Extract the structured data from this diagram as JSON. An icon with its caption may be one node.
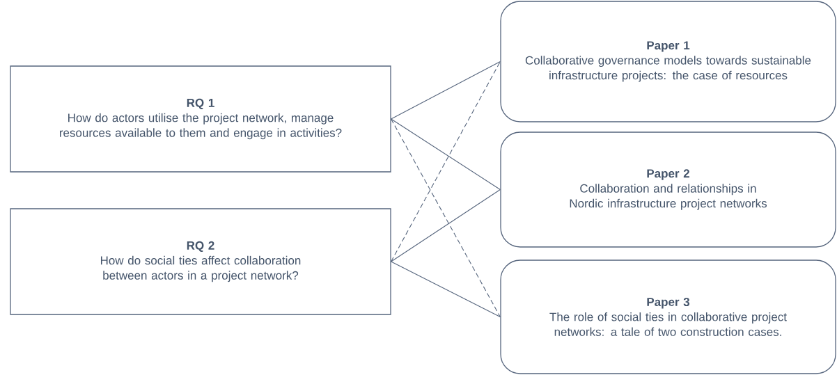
{
  "diagram": {
    "nodes": [
      {
        "text": [
          "RQ 1",
          "How do actors utilise the project network, manage resources available to them and engage in activities?"
        ]
      },
      {
        "text": [
          "RQ 2",
          "How do social ties affect collaboration between actors in a project network?"
        ]
      },
      {
        "text": [
          "Paper 1",
          "Collaborative governance models towards sustainable infrastructure projects: the case of resources"
        ]
      },
      {
        "text": [
          "Paper 2",
          "Collaboration and relationships in Nordic infrastructure project networks"
        ]
      },
      {
        "text": [
          "Paper 3",
          "The role of social ties in collaborative project networks: a tale of two construction cases."
        ]
      }
    ],
    "edges": [
      {
        "from": 0,
        "to": 2,
        "arrow": "none"
      },
      {
        "from": 0,
        "to": 3,
        "arrow": "none"
      },
      {
        "from": 0,
        "to": 4,
        "arrow": "none",
        "style": "dashed"
      },
      {
        "from": 1,
        "to": 2,
        "arrow": "none",
        "style": "dashed"
      },
      {
        "from": 1,
        "to": 3,
        "arrow": "none"
      },
      {
        "from": 1,
        "to": 4,
        "arrow": "none"
      }
    ]
  }
}
